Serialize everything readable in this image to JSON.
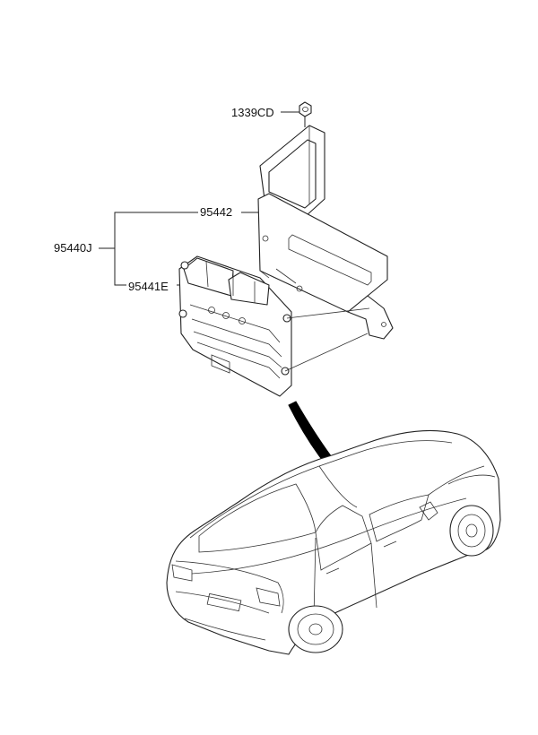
{
  "labels": {
    "nut": "1339CD",
    "bracket": "95442",
    "assembly": "95440J",
    "ecu": "95441E"
  },
  "colors": {
    "line": "#222222",
    "background": "#ffffff",
    "pointer_arrow": "#000000"
  }
}
